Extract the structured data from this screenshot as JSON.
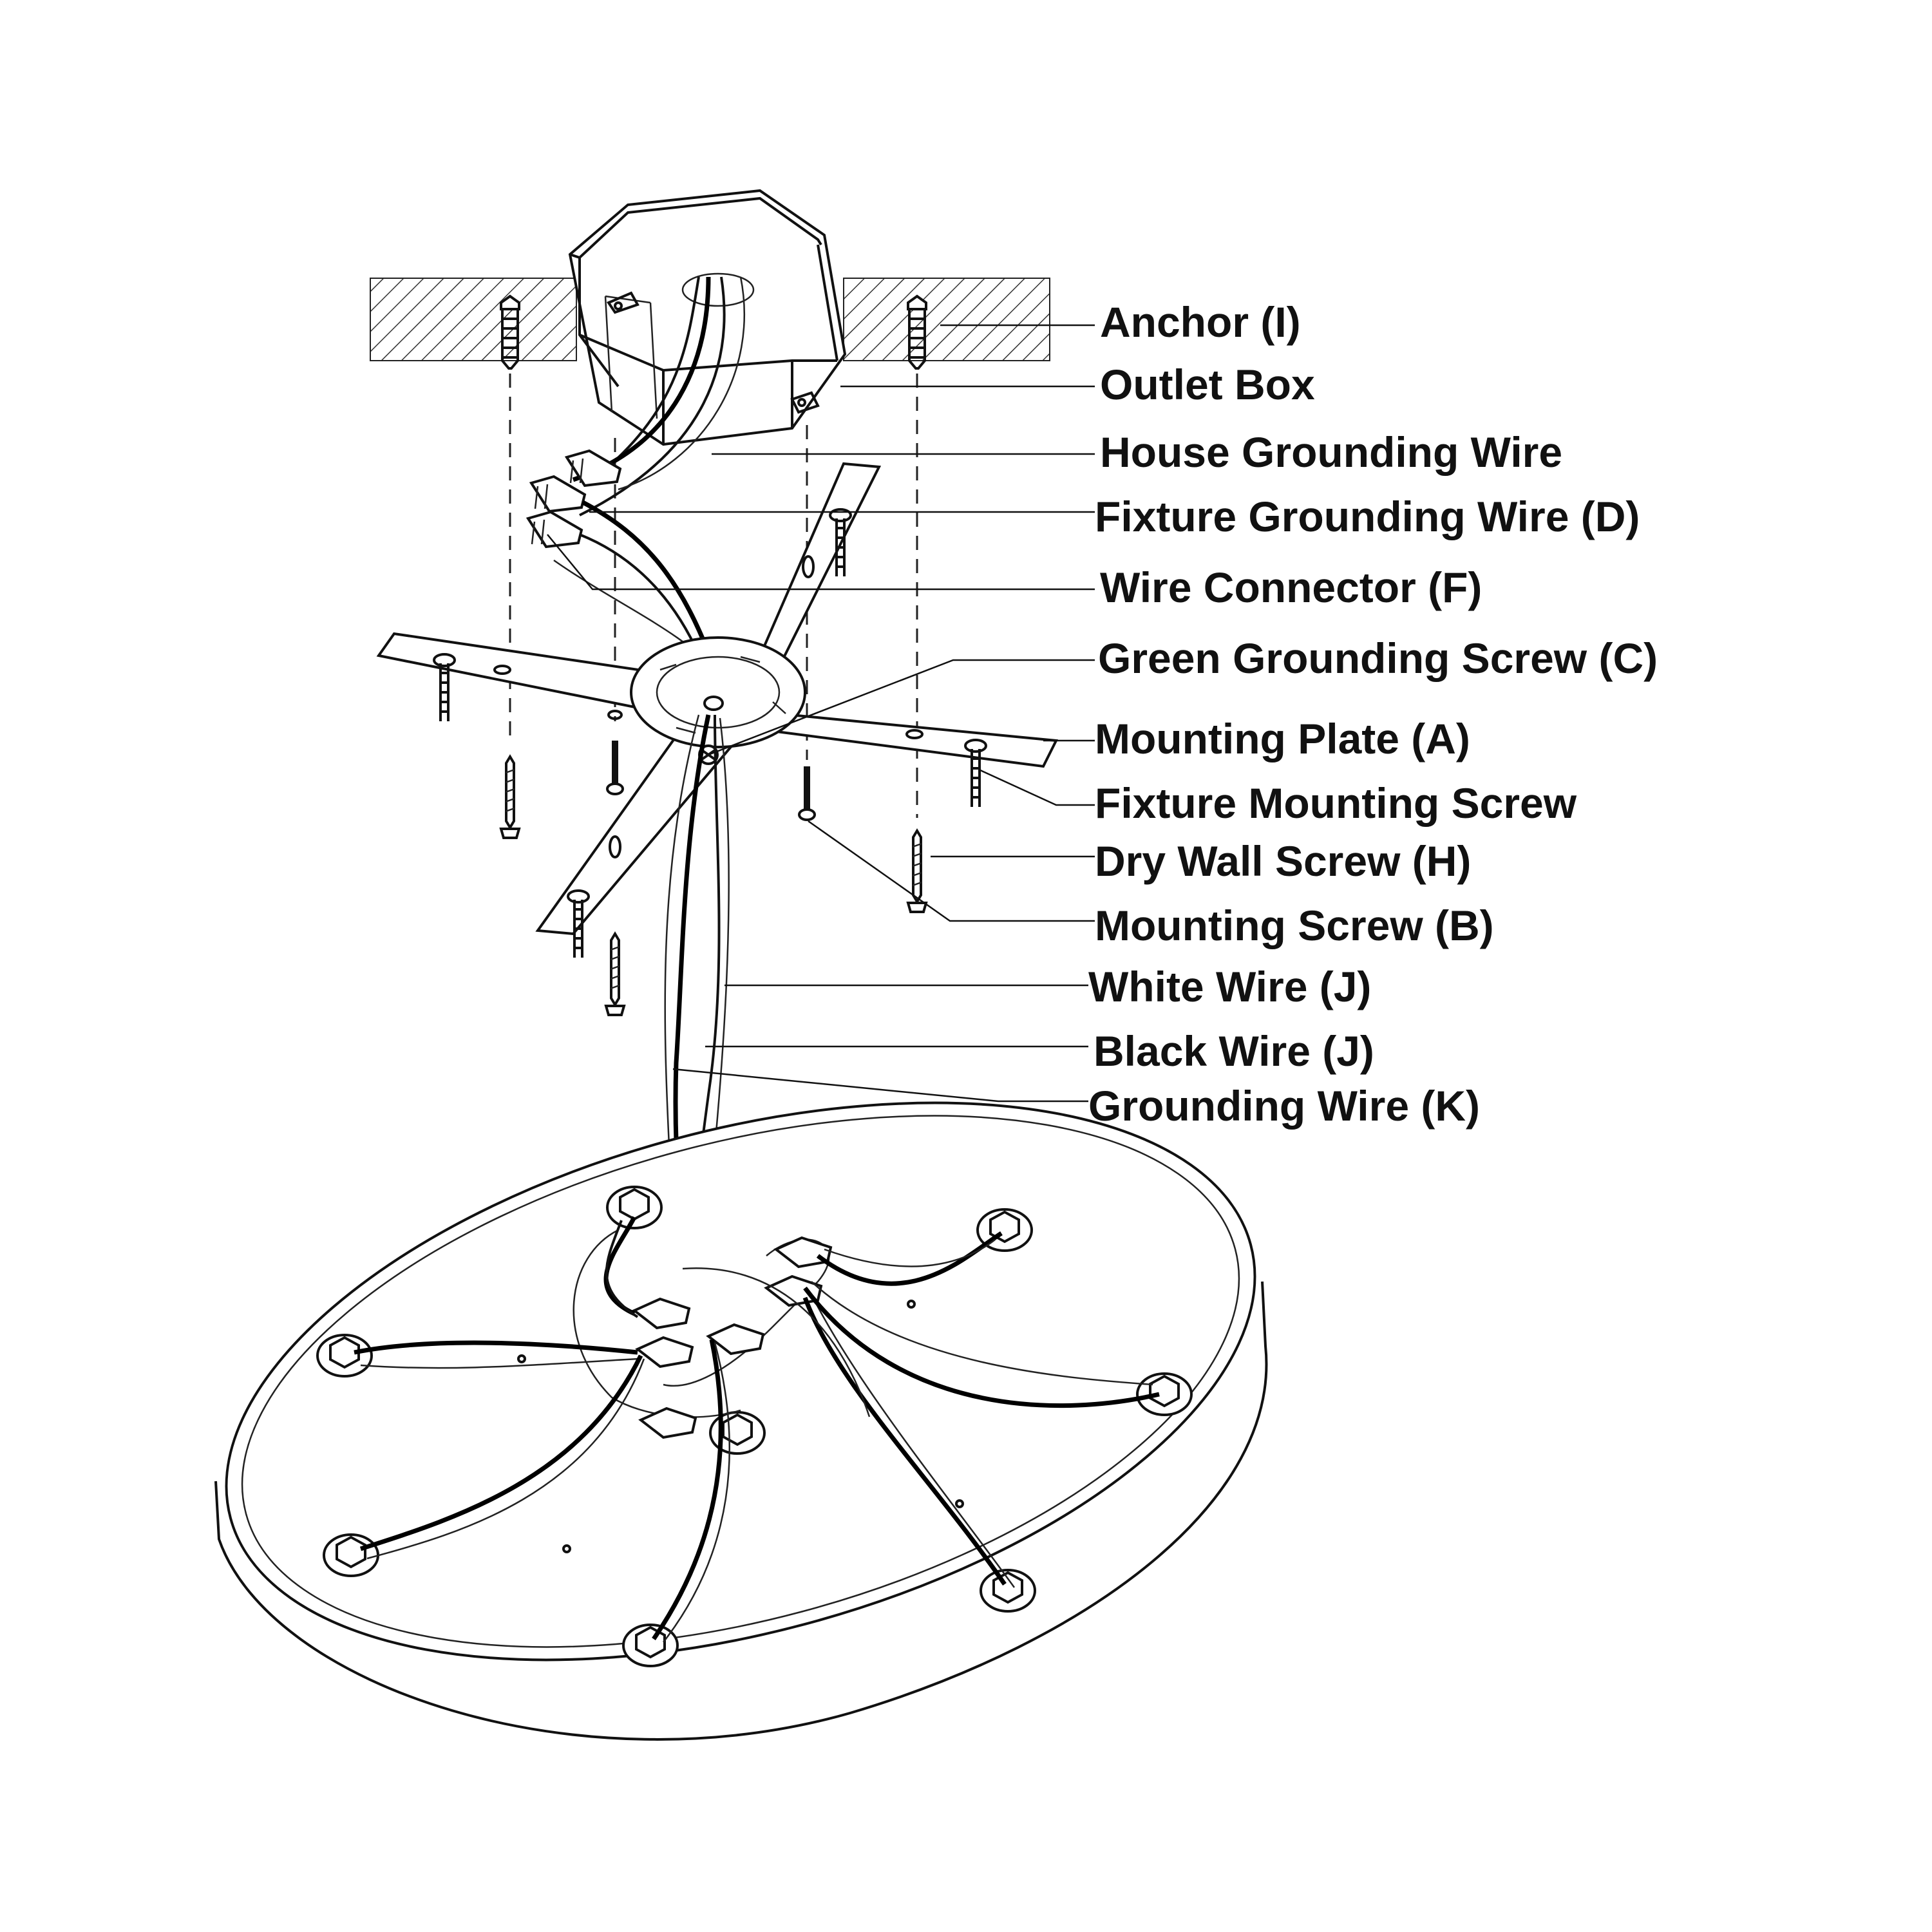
{
  "labels": {
    "anchor": "Anchor (I)",
    "outlet_box": "Outlet Box",
    "house_grounding_wire": "House Grounding Wire",
    "fixture_grounding_wire": "Fixture Grounding Wire (D)",
    "wire_connector": "Wire Connector (F)",
    "green_grounding_screw": "Green Grounding Screw (C)",
    "mounting_plate": "Mounting Plate (A)",
    "fixture_mounting_screw": "Fixture Mounting Screw",
    "dry_wall_screw": "Dry Wall Screw (H)",
    "mounting_screw": "Mounting Screw (B)",
    "white_wire": "White Wire (J)",
    "black_wire": "Black Wire (J)",
    "grounding_wire": "Grounding Wire (K)"
  }
}
